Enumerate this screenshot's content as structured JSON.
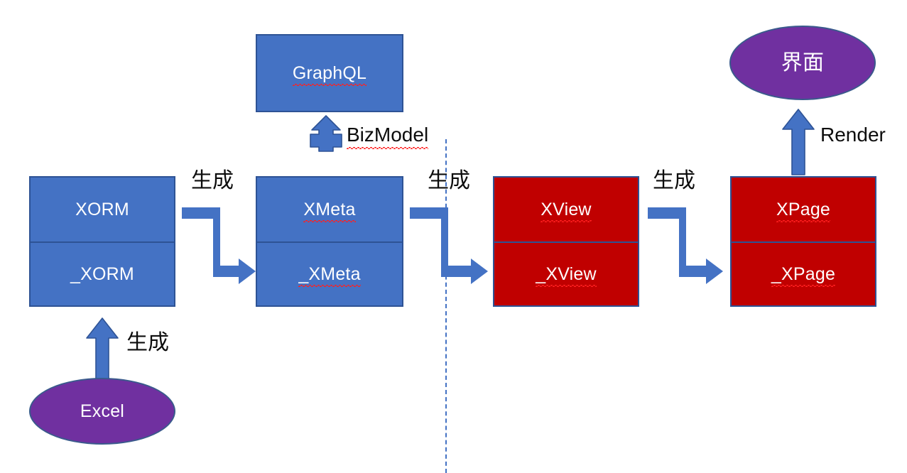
{
  "diagram": {
    "title": "XORM to XPage generation pipeline",
    "colors": {
      "blue_fill": "#4472C4",
      "blue_border": "#2E5395",
      "red_fill": "#C00000",
      "purple_fill": "#7030A0",
      "arrow_blue": "#4472C4",
      "text_black": "#0D0D0D",
      "spellcheck_red": "#FF2020",
      "background": "#FFFFFF"
    },
    "nodes": {
      "graphql": {
        "label": "GraphQL",
        "shape": "rectangle",
        "fill": "#4472C4"
      },
      "xorm": {
        "top_label": "XORM",
        "bottom_label": "_XORM",
        "shape": "split-rectangle",
        "fill": "#4472C4"
      },
      "xmeta": {
        "top_label": "XMeta",
        "bottom_label": "_XMeta",
        "shape": "split-rectangle",
        "fill": "#4472C4"
      },
      "xview": {
        "top_label": "XView",
        "bottom_label": "_XView",
        "shape": "split-rectangle",
        "fill": "#C00000"
      },
      "xpage": {
        "top_label": "XPage",
        "bottom_label": "_XPage",
        "shape": "split-rectangle",
        "fill": "#C00000"
      },
      "excel": {
        "label": "Excel",
        "shape": "ellipse",
        "fill": "#7030A0"
      },
      "ui": {
        "label": "界面",
        "shape": "ellipse",
        "fill": "#7030A0"
      }
    },
    "edges": {
      "excel_to_xorm": {
        "label": "生成",
        "direction": "up"
      },
      "xorm_to_xmeta": {
        "label": "生成",
        "direction": "elbow-right-down"
      },
      "xmeta_to_graphql": {
        "label": "BizModel",
        "direction": "up"
      },
      "xmeta_to_xview": {
        "label": "生成",
        "direction": "elbow-right-down"
      },
      "xview_to_xpage": {
        "label": "生成",
        "direction": "elbow-right-down"
      },
      "xpage_to_ui": {
        "label": "Render",
        "direction": "up"
      }
    },
    "separator": {
      "name": "backend-frontend-divider",
      "style": "dashed-vertical"
    }
  }
}
